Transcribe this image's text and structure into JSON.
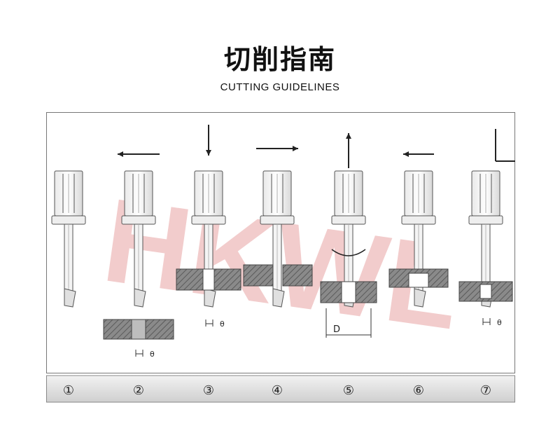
{
  "header": {
    "title_cn": "切削指南",
    "subtitle_en": "CUTTING GUIDELINES"
  },
  "watermark": "HKWL",
  "colors": {
    "line": "#555555",
    "tool_fill": "#f7f7f7",
    "hatch": "#6b6b6b",
    "watermark": "#e8a4a4"
  },
  "steps": [
    {
      "label": "①",
      "direction": "none"
    },
    {
      "label": "②",
      "direction": "left",
      "dimension": "θ"
    },
    {
      "label": "③",
      "direction": "down",
      "dimension": "θ"
    },
    {
      "label": "④",
      "direction": "right"
    },
    {
      "label": "⑤",
      "direction": "up-rotate",
      "dimension": "D"
    },
    {
      "label": "⑥",
      "direction": "left"
    },
    {
      "label": "⑦",
      "direction": "up-right",
      "dimension": "θ"
    }
  ]
}
